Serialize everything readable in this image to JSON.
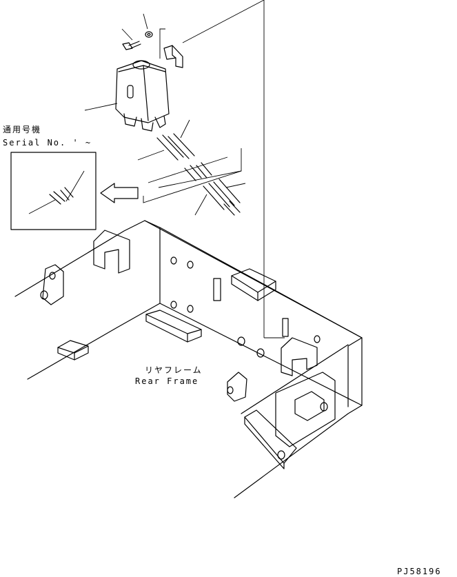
{
  "labels": {
    "applicable_serial_jp": "通用号機",
    "applicable_serial_en": "Serial No.  '  ~",
    "rear_frame_jp": "リヤフレーム",
    "rear_frame_en": "Rear Frame",
    "drawing_id": "PJ58196"
  },
  "colors": {
    "line": "#000000",
    "background": "#ffffff"
  }
}
